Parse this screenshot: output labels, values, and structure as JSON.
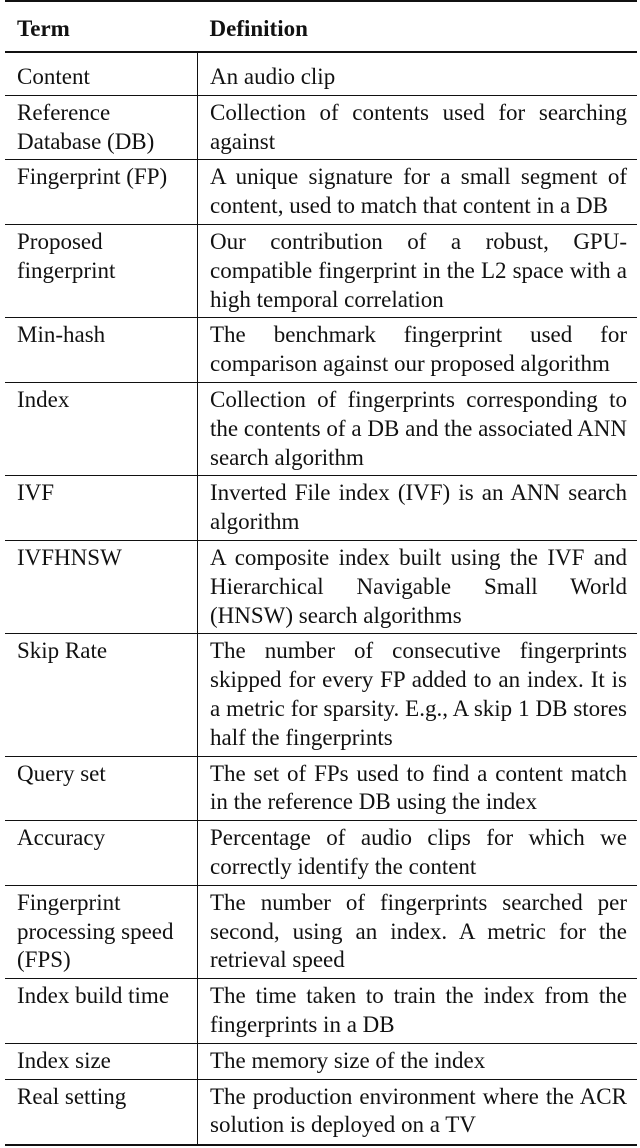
{
  "table": {
    "headers": {
      "term": "Term",
      "definition": "Definition"
    },
    "rows": [
      {
        "term": "Content",
        "definition": "An audio clip"
      },
      {
        "term": "Reference Database (DB)",
        "definition": "Collection of contents used for searching against"
      },
      {
        "term": "Fingerprint (FP)",
        "definition": "A unique signature for a small segment of content, used to match that content in a DB"
      },
      {
        "term": "Proposed fingerprint",
        "definition": "Our contribution of a robust, GPU-compatible fingerprint in the L2 space with a high temporal correlation"
      },
      {
        "term": "Min-hash",
        "definition": "The benchmark fingerprint used for comparison against our proposed algorithm"
      },
      {
        "term": "Index",
        "definition": "Collection of fingerprints corresponding to the contents of a DB and the associated ANN search algorithm"
      },
      {
        "term": "IVF",
        "definition": "Inverted File index (IVF) is an ANN search algorithm"
      },
      {
        "term": "IVFHNSW",
        "definition": "A composite index built using the IVF and Hierarchical Navigable Small World (HNSW) search algorithms"
      },
      {
        "term": "Skip Rate",
        "definition": "The number of consecutive fingerprints skipped for every FP added to an index. It is a metric for sparsity. E.g., A skip 1 DB stores half the fingerprints"
      },
      {
        "term": "Query set",
        "definition": "The set of FPs used to find a content match in the reference DB using the index"
      },
      {
        "term": "Accuracy",
        "definition": "Percentage of audio clips for which we correctly identify the content"
      },
      {
        "term": "Fingerprint processing speed (FPS)",
        "definition": "The number of fingerprints searched per second, using an index. A metric for the retrieval speed"
      },
      {
        "term": "Index build time",
        "definition": "The time taken to train the index from the fingerprints in a DB"
      },
      {
        "term": "Index size",
        "definition": "The memory size of the index"
      },
      {
        "term": "Real setting",
        "definition": "The production environment where the ACR solution is deployed on a TV"
      }
    ]
  }
}
